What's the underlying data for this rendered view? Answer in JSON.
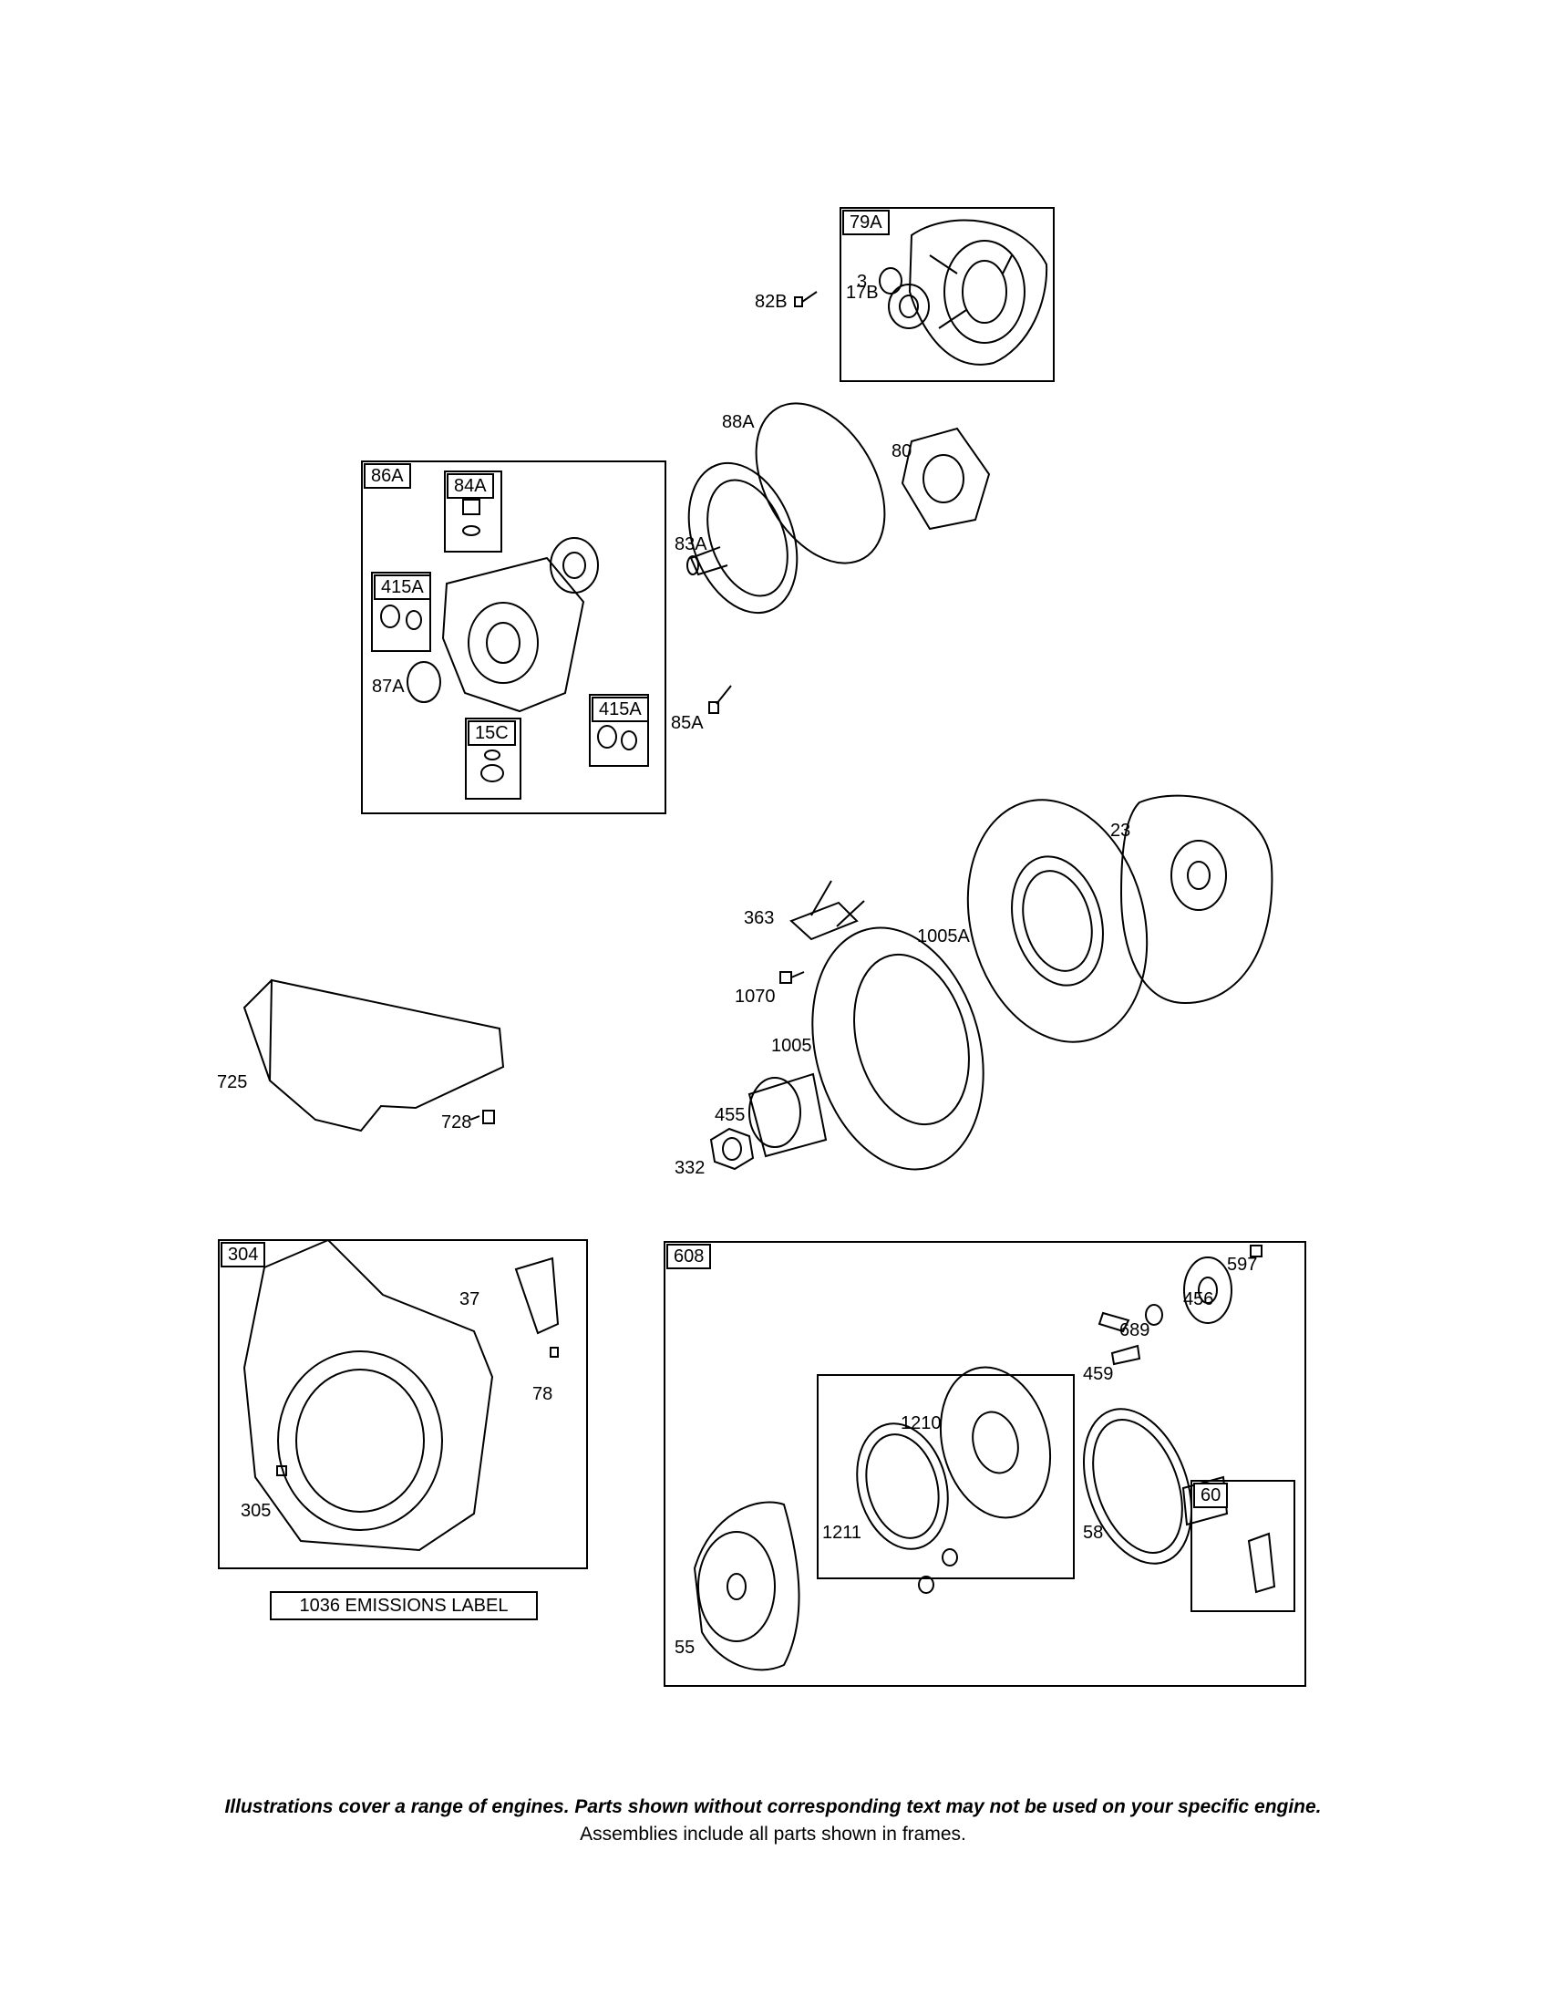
{
  "frames": {
    "f79A": "79A",
    "f86A": "86A",
    "f84A": "84A",
    "f415A_1": "415A",
    "f415A_2": "415A",
    "f15C": "15C",
    "f304": "304",
    "f608": "608",
    "f60": "60"
  },
  "labels": {
    "l3": "3",
    "l82B": "82B",
    "l17B": "17B",
    "l88A": "88A",
    "l80": "80",
    "l83A": "83A",
    "l87A": "87A",
    "l85A": "85A",
    "l23": "23",
    "l363": "363",
    "l1005A": "1005A",
    "l1070": "1070",
    "l1005": "1005",
    "l455": "455",
    "l332": "332",
    "l725": "725",
    "l728": "728",
    "l37": "37",
    "l78": "78",
    "l305": "305",
    "l597": "597",
    "l456": "456",
    "l689": "689",
    "l459": "459",
    "l1210": "1210",
    "l1211": "1211",
    "l58": "58",
    "l55": "55"
  },
  "emissions_label": "1036 EMISSIONS LABEL",
  "footer": {
    "line1": "Illustrations cover a range of engines. Parts shown without corresponding text may not be used on your specific engine.",
    "line2": "Assemblies include all parts shown in frames."
  }
}
